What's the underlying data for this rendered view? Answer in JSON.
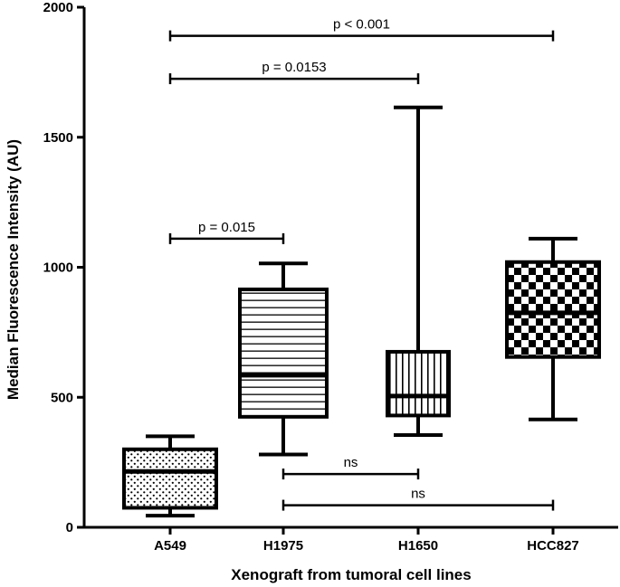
{
  "chart_data": {
    "type": "box",
    "xlabel": "Xenograft from tumoral cell lines",
    "ylabel": "Median Fluorescence  Intensity (AU)",
    "ylim": [
      0,
      2000
    ],
    "yticks": [
      0,
      500,
      1000,
      1500,
      2000
    ],
    "categories": [
      "A549",
      "H1975",
      "H1650",
      "HCC827"
    ],
    "boxes": [
      {
        "category": "A549",
        "min": 45,
        "q1": 75,
        "median": 215,
        "q3": 300,
        "max": 350,
        "pattern": "dots"
      },
      {
        "category": "H1975",
        "min": 280,
        "q1": 425,
        "median": 585,
        "q3": 915,
        "max": 1015,
        "pattern": "horizontal-lines"
      },
      {
        "category": "H1650",
        "min": 355,
        "q1": 430,
        "median": 505,
        "q3": 675,
        "max": 1615,
        "pattern": "vertical-lines"
      },
      {
        "category": "HCC827",
        "min": 415,
        "q1": 655,
        "median": 825,
        "q3": 1020,
        "max": 1110,
        "pattern": "checkerboard"
      }
    ],
    "comparisons": [
      {
        "from": "A549",
        "to": "HCC827",
        "y": 1890,
        "label": "p < 0.001"
      },
      {
        "from": "A549",
        "to": "H1650",
        "y": 1725,
        "label": "p = 0.0153"
      },
      {
        "from": "A549",
        "to": "H1975",
        "y": 1110,
        "label": "p = 0.015"
      },
      {
        "from": "H1975",
        "to": "H1650",
        "y": 205,
        "label": "ns"
      },
      {
        "from": "H1975",
        "to": "HCC827",
        "y": 85,
        "label": "ns"
      }
    ]
  }
}
